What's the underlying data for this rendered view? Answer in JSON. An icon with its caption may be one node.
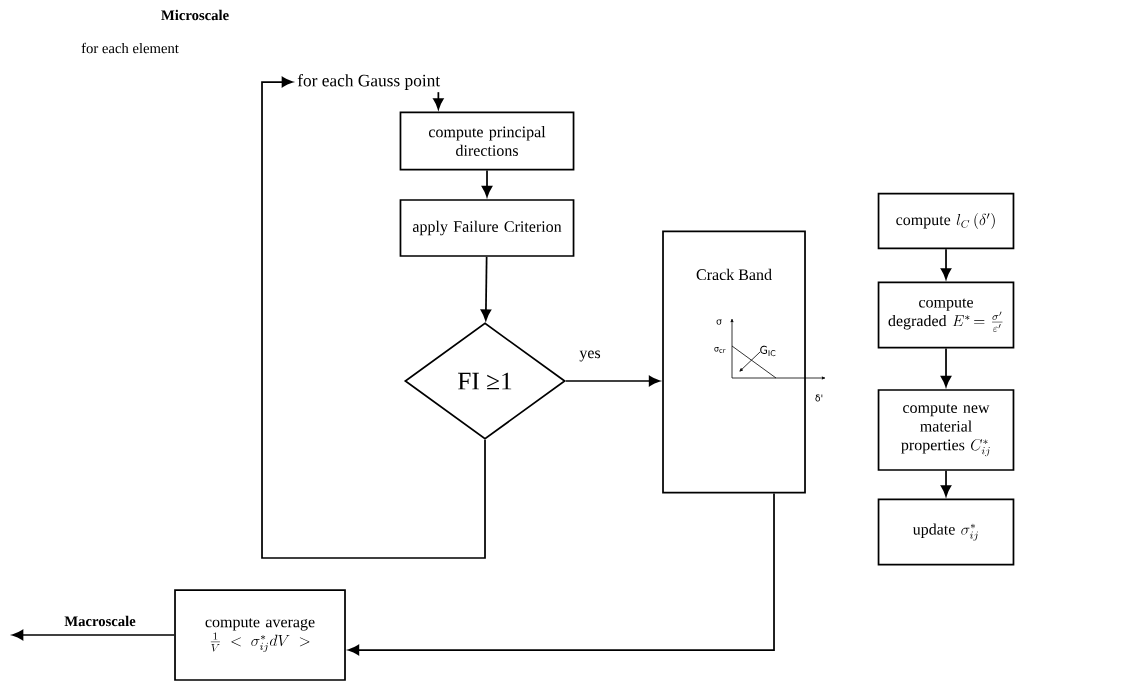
{
  "diagram": {
    "title": "Microscale",
    "nodes": [
      {
        "text": [
          "for each Gauss point"
        ]
      },
      {
        "text": [
          "compute principal directions"
        ]
      },
      {
        "text": [
          "apply Failure Criterion"
        ]
      },
      {
        "text": [
          "FI ≥1"
        ]
      },
      {
        "text": [
          "Crack Band"
        ]
      },
      {
        "text": [
          "compute",
          "l_{C}\\,(\\delta')"
        ]
      },
      {
        "text": [
          "compute",
          "degraded",
          "E^{*}\\!=\\frac{\\sigma'}{\\varepsilon'}"
        ]
      },
      {
        "text": [
          "compute new material properties",
          "C^{*}_{ij}"
        ]
      },
      {
        "text": [
          "update",
          "\\sigma^{*}_{ij}"
        ]
      },
      {
        "text": [
          "compute average",
          "\\frac{1}{V}<\\sigma^{*}_{ij}dV>"
        ]
      }
    ],
    "edges": [
      {
        "from": 0,
        "to": 1,
        "arrow": "to"
      },
      {
        "from": 1,
        "to": 2,
        "arrow": "to"
      },
      {
        "from": 2,
        "to": 3,
        "arrow": "to"
      },
      {
        "from": 3,
        "to": 4,
        "arrow": "to",
        "label": "yes"
      },
      {
        "from": 3,
        "to": 0,
        "arrow": "to"
      },
      {
        "from": 4,
        "to": 9,
        "arrow": "to"
      },
      {
        "from": 5,
        "to": 6,
        "arrow": "to"
      },
      {
        "from": 6,
        "to": 7,
        "arrow": "to"
      },
      {
        "from": 7,
        "to": 8,
        "arrow": "to"
      },
      {
        "from": 9,
        "to": null,
        "arrow": "to",
        "label": "Macroscale"
      }
    ],
    "labels": [
      "for each element",
      "σ",
      "σ$_{cr}$",
      "G$_{IC}$",
      "δ'"
    ]
  }
}
